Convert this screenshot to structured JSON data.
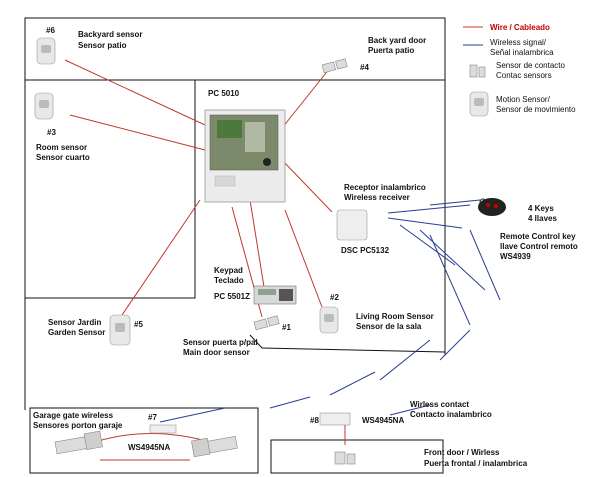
{
  "legend": {
    "wire": "Wire / Cableado",
    "wireless_line1": "Wireless signal/",
    "wireless_line2": "Señal inalambrica",
    "contact_line1": "Sensor de contacto",
    "contact_line2": "Contac sensors",
    "motion_line1": "Motion Sensor/",
    "motion_line2": "Sensor de movimiento"
  },
  "devices": {
    "backyard_sensor": {
      "num": "#6",
      "line1": "Backyard sensor",
      "line2": "Sensor patio"
    },
    "backyard_door": {
      "num": "#4",
      "line1": "Back yard door",
      "line2": "Puerta patio"
    },
    "panel": {
      "title": "PC 5010"
    },
    "room_sensor": {
      "num": "#3",
      "line1": "Room sensor",
      "line2": "Sensor cuarto"
    },
    "receiver": {
      "line1": "Receptor inalambrico",
      "line2": "Wireless receiver",
      "model": "DSC PC5132"
    },
    "keypad": {
      "line1": "Keypad",
      "line2": "Teclado",
      "model": "PC 5501Z"
    },
    "remote": {
      "keys1": "4 Keys",
      "keys2": "4 llaves",
      "line1": "Remote Control key",
      "line2": "llave Control remoto",
      "model": "WS4939"
    },
    "living_room": {
      "num": "#2",
      "line1": "Living Room Sensor",
      "line2": "Sensor de la sala"
    },
    "garden": {
      "num": "#5",
      "line1": "Sensor Jardin",
      "line2": "Garden Sensor"
    },
    "main_door": {
      "num": "#1",
      "line1": "Sensor puerta p/pal",
      "line2": "Main door sensor"
    },
    "garage": {
      "num": "#7",
      "line1": "Garage gate wireless",
      "line2": "Sensores porton garaje",
      "model": "WS4945NA"
    },
    "wireless_contact": {
      "num": "#8",
      "model": "WS4945NA",
      "line1": "Wirless contact",
      "line2": "Contacto inalambrico"
    },
    "front_door": {
      "line1": "Front door / Wirless",
      "line2": "Puerta frontal / inalambrica"
    }
  },
  "colors": {
    "wire": "#c0392b",
    "wireless": "#2c3e8f",
    "lines": "#111111"
  }
}
